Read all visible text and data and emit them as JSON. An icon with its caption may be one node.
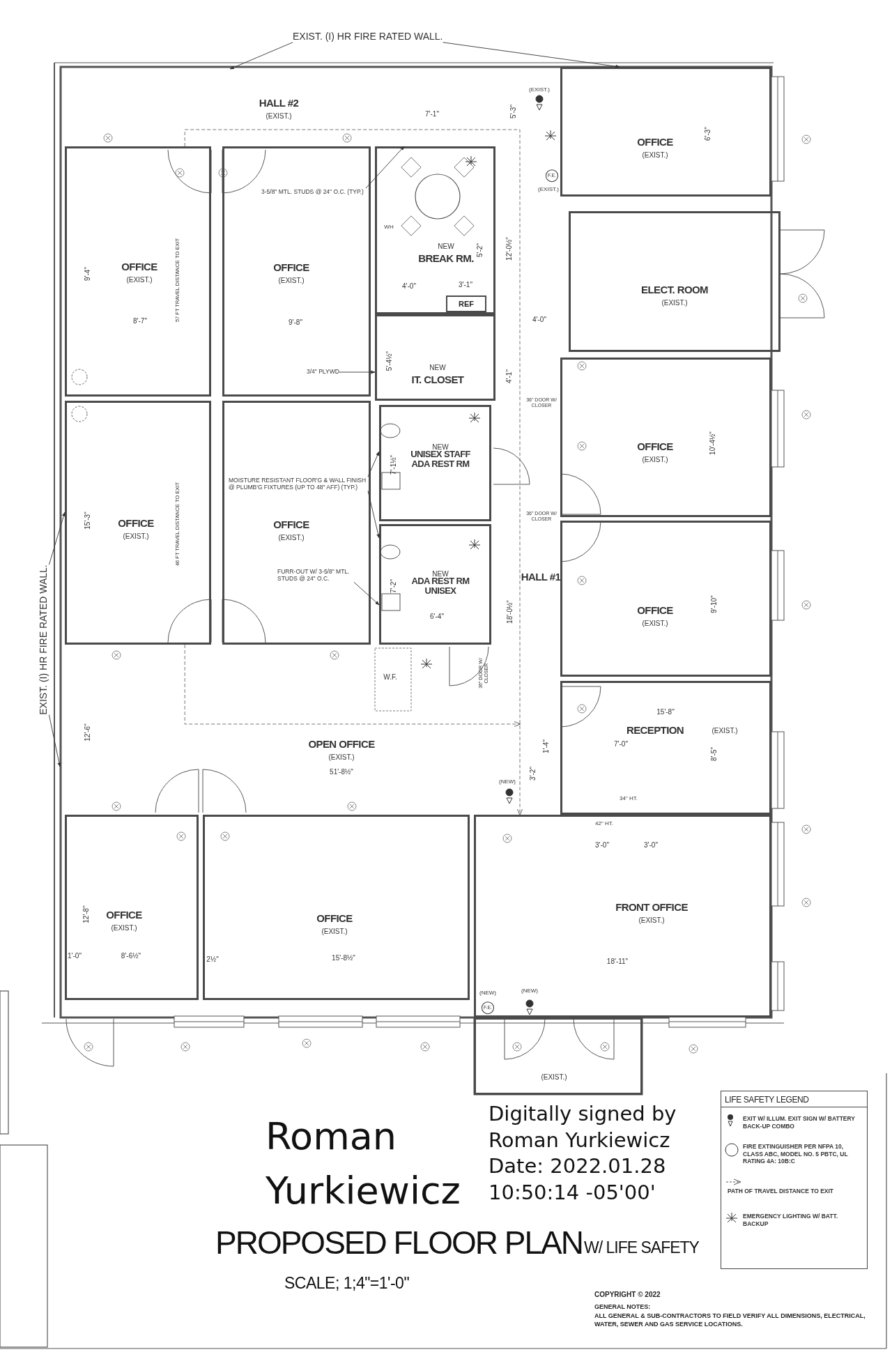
{
  "diagram": {
    "title": "PROPOSED FLOOR PLAN",
    "nodes": [
      {
        "text": [
          "HALL #2",
          "(EXIST.)"
        ]
      },
      {
        "text": [
          "OFFICE",
          "(EXIST.)"
        ]
      },
      {
        "text": [
          "OFFICE",
          "(EXIST.)"
        ]
      },
      {
        "text": [
          "NEW",
          "BREAK RM."
        ]
      },
      {
        "text": [
          "OFFICE",
          "(EXIST.)"
        ]
      },
      {
        "text": [
          "ELECT. ROOM",
          "(EXIST.)"
        ]
      },
      {
        "text": [
          "NEW",
          "IT. CLOSET"
        ]
      },
      {
        "text": [
          "HALL #1"
        ]
      },
      {
        "text": [
          "OFFICE",
          "(EXIST.)"
        ]
      },
      {
        "text": [
          "OFFICE",
          "(EXIST.)"
        ]
      },
      {
        "text": [
          "NEW",
          "UNISEX STAFF ADA REST RM"
        ]
      },
      {
        "text": [
          "OFFICE",
          "(EXIST.)"
        ]
      },
      {
        "text": [
          "NEW",
          "ADA REST RM UNISEX"
        ]
      },
      {
        "text": [
          "OFFICE",
          "(EXIST.)"
        ]
      },
      {
        "text": [
          "OPEN OFFICE",
          "(EXIST.)"
        ]
      },
      {
        "text": [
          "RECEPTION",
          "(EXIST.)"
        ]
      },
      {
        "text": [
          "OFFICE",
          "(EXIST.)"
        ]
      },
      {
        "text": [
          "OFFICE",
          "(EXIST.)"
        ]
      },
      {
        "text": [
          "FRONT OFFICE",
          "(EXIST.)"
        ]
      },
      {
        "text": [
          "(EXIST.)"
        ]
      },
      {
        "text": [
          "REF"
        ],
        "in": 3
      },
      {
        "text": [
          "EXIST. (I) HR FIRE RATED WALL."
        ]
      },
      {
        "text": [
          "EXIST. (I) HR FIRE RATED WALL."
        ]
      },
      {
        "text": [
          "3-5/8\" MTL. STUDS @ 24\" O.C. (TYP.)"
        ],
        "in": 2
      },
      {
        "text": [
          "3/4\" PLYWD"
        ],
        "in": 2
      },
      {
        "text": [
          "MOISTURE RESISTANT FLOOR'G & WALL FINISH @ PLUMB'G FIXTURES (UP TO 48\" AFF) (TYP.)"
        ],
        "in": 9
      },
      {
        "text": [
          "FURR-OUT W/ 3-5/8\" MTL. STUDS @ 24\" O.C."
        ],
        "in": 9
      }
    ],
    "edges": [
      {
        "from": 21,
        "to": 0,
        "arrow": "to"
      },
      {
        "from": 21,
        "to": 4,
        "arrow": "to"
      },
      {
        "from": 22,
        "to": 8,
        "arrow": "to"
      },
      {
        "from": 22,
        "to": null,
        "arrow": "to"
      },
      {
        "from": 23,
        "to": 3,
        "arrow": "to"
      },
      {
        "from": 24,
        "to": 6,
        "arrow": "to"
      },
      {
        "from": 25,
        "to": 10,
        "arrow": "to"
      },
      {
        "from": 25,
        "to": 12,
        "arrow": "to"
      },
      {
        "from": 26,
        "to": 12,
        "arrow": "to"
      },
      {
        "from": 1,
        "to": 18,
        "arrow": "to",
        "style": "dashed"
      },
      {
        "from": 8,
        "to": null,
        "arrow": "to",
        "style": "dashed"
      }
    ],
    "labels": [
      "7'-1\"",
      "5'-3\"",
      "(EXIST.)",
      "F.E.",
      "(EXIST.)",
      "6'-3\"",
      "9'-4\"",
      "57 FT TRAVEL DISTANCE TO EXIT",
      "WH",
      "5'-2\"",
      "12'-0½\"",
      "4'-0\"",
      "3'-1\"",
      "8'-7\"",
      "9'-8\"",
      "4'-0\"",
      "5'-4½\"",
      "4'-1\"",
      "36\" DOOR W/ CLOSER",
      "7'-1½\"",
      "15'-3\"",
      "46 FT TRAVEL DISTANCE TO EXIT",
      "10'-4½\"",
      "36\" DOOR W/ CLOSER",
      "7'-2\"",
      "18'-0½\"",
      "9'-10\"",
      "6'-4\"",
      "W.F.",
      "36\" DOOR W/ CLOSER",
      "12'-6\"",
      "51'-8½\"",
      "15'-8\"",
      "8'-5\"",
      "1'-4\"",
      "7'-0\"",
      "3'-2\"",
      "(NEW)",
      "34\" HT.",
      "42\" HT.",
      "3'-0\"",
      "3'-0\"",
      "12'-8\"",
      "1'-0\"",
      "8'-6½\"",
      "2½\"",
      "15'-8½\"",
      "18'-11\"",
      "(NEW)",
      "F.E.",
      "(NEW)",
      "Roman Yurkiewicz",
      "Digitally signed by Roman Yurkiewicz Date: 2022.01.28 10:50:14 -05'00'",
      "W/ LIFE SAFETY",
      "SCALE; 1;4\"=1'-0\"",
      "LIFE SAFETY LEGEND",
      "COPYRIGHT © 2022",
      "GENERAL NOTES:",
      "ALL GENERAL & SUB-CONTRACTORS TO FIELD VERIFY ALL DIMENSIONS, ELECTRICAL, WATER, SEWER AND GAS SERVICE LOCATIONS."
    ],
    "legend": [
      {
        "text": "EXIT W/ ILLUM. EXIT SIGN W/ BATTERY BACK-UP COMBO"
      },
      {
        "text": "FIRE EXTINGUISHER PER NFPA 10, CLASS ABC, MODEL NO. 5 PBTC, UL RATING 4A: 10B:C"
      },
      {
        "text": "PATH OF TRAVEL DISTANCE TO EXIT"
      },
      {
        "text": "EMERGENCY LIGHTING W/ BATT. BACKUP"
      }
    ]
  }
}
